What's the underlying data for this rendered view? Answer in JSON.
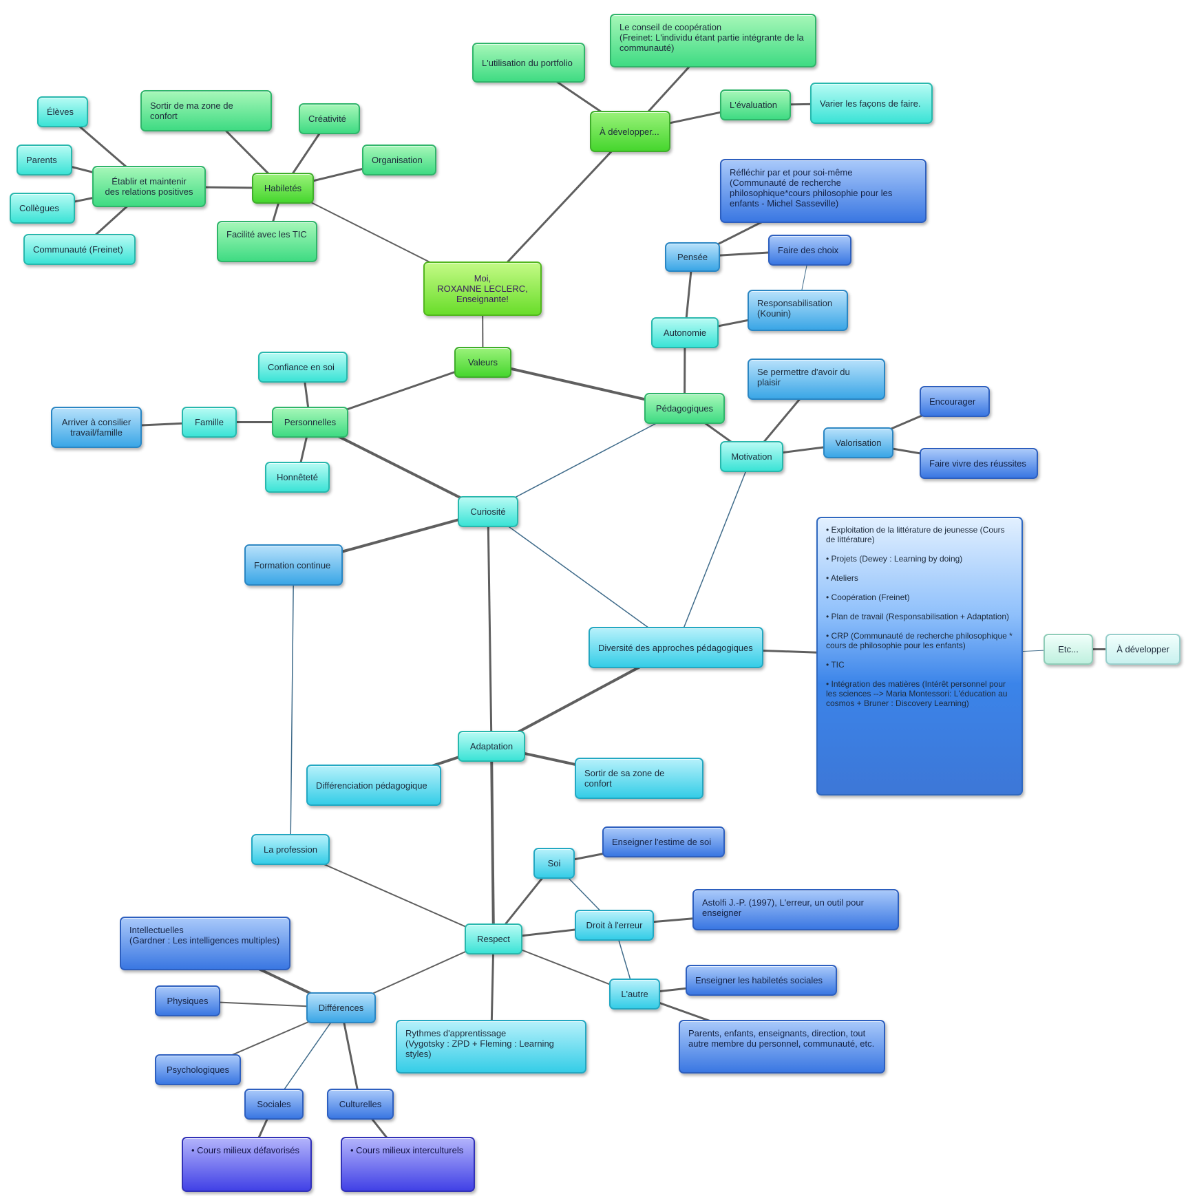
{
  "center": "Moi,\nROXANNE LECLERC,\nEnseignante!",
  "nodes": {
    "valeurs": "Valeurs",
    "habiletes": "Habiletés",
    "a_developper_top": "À développer...",
    "portfolio": "L'utilisation du portfolio",
    "conseil": "Le conseil de coopération\n(Freinet: L'individu étant partie intégrante de la communauté)",
    "evaluation": "L'évaluation",
    "varier": "Varier les façons de faire.",
    "relations": "Établir et maintenir\ndes relations positives",
    "eleves": "Élèves",
    "parents": "Parents",
    "collegues": "Collègues",
    "communaute": "Communauté (Freinet)",
    "zone_confort_ma": "Sortir de ma zone de confort",
    "creativite": "Créativité",
    "organisation": "Organisation",
    "tic": "Facilité avec les TIC",
    "reflechir": "Réfléchir par et pour soi-même\n(Communauté de recherche philosophique*cours philosophie pour les enfants - Michel Sasseville)",
    "pensee": "Pensée",
    "faire_choix": "Faire des choix",
    "responsabilisation": "Responsabilisation\n(Kounin)",
    "autonomie": "Autonomie",
    "pedagogiques": "Pédagogiques",
    "plaisir": "Se permettre d'avoir du plaisir",
    "motivation": "Motivation",
    "valorisation": "Valorisation",
    "encourager": "Encourager",
    "reussites": "Faire vivre des réussites",
    "confiance": "Confiance en soi",
    "personnelles": "Personnelles",
    "famille": "Famille",
    "concilier": "Arriver à consilier\ntravail/famille",
    "honnetete": "Honnêteté",
    "curiosite": "Curiosité",
    "formation": "Formation continue",
    "diversite": "Diversité des approches pédagogiques",
    "approches_list": "• Exploitation de la littérature de jeunesse (Cours de littérature)\n\n• Projets (Dewey : Learning by doing)\n\n• Ateliers\n\n• Coopération (Freinet)\n\n• Plan de travail (Responsabilisation + Adaptation)\n\n• CRP (Communauté de recherche philosophique * cours de philosophie pour les enfants)\n\n• TIC\n\n• Intégration des matières (Intérêt personnel pour les sciences --> Maria Montessori: L'éducation au cosmos + Bruner : Discovery Learning)",
    "etc": "Etc...",
    "a_developper": "À développer",
    "adaptation": "Adaptation",
    "differenciation": "Différenciation pédagogique",
    "zone_confort_sa": "Sortir de sa zone de confort",
    "profession": "La profession",
    "soi": "Soi",
    "estime": "Enseigner l'estime de soi",
    "droit_erreur": "Droit à l'erreur",
    "astolfi": "Astolfi J.-P. (1997), L'erreur, un outil pour enseigner",
    "respect": "Respect",
    "autre": "L'autre",
    "habiletes_sociales": "Enseigner les habiletés sociales",
    "parents_enfants": "Parents, enfants, enseignants, direction, tout autre membre du personnel, communauté, etc.",
    "rythmes": "Rythmes d'apprentissage\n(Vygotsky : ZPD + Fleming : Learning styles)",
    "differences": "Différences",
    "intellectuelles": "Intellectuelles\n(Gardner : Les intelligences multiples)",
    "physiques": "Physiques",
    "psychologiques": "Psychologiques",
    "sociales": "Sociales",
    "culturelles": "Culturelles",
    "defavorises": "• Cours milieux défavorisés",
    "interculturels": "• Cours milieux interculturels"
  },
  "colors": {
    "line": "#5f5f5f",
    "thin_line": "#3f6b8a",
    "center_text": "#3a1a5e"
  }
}
